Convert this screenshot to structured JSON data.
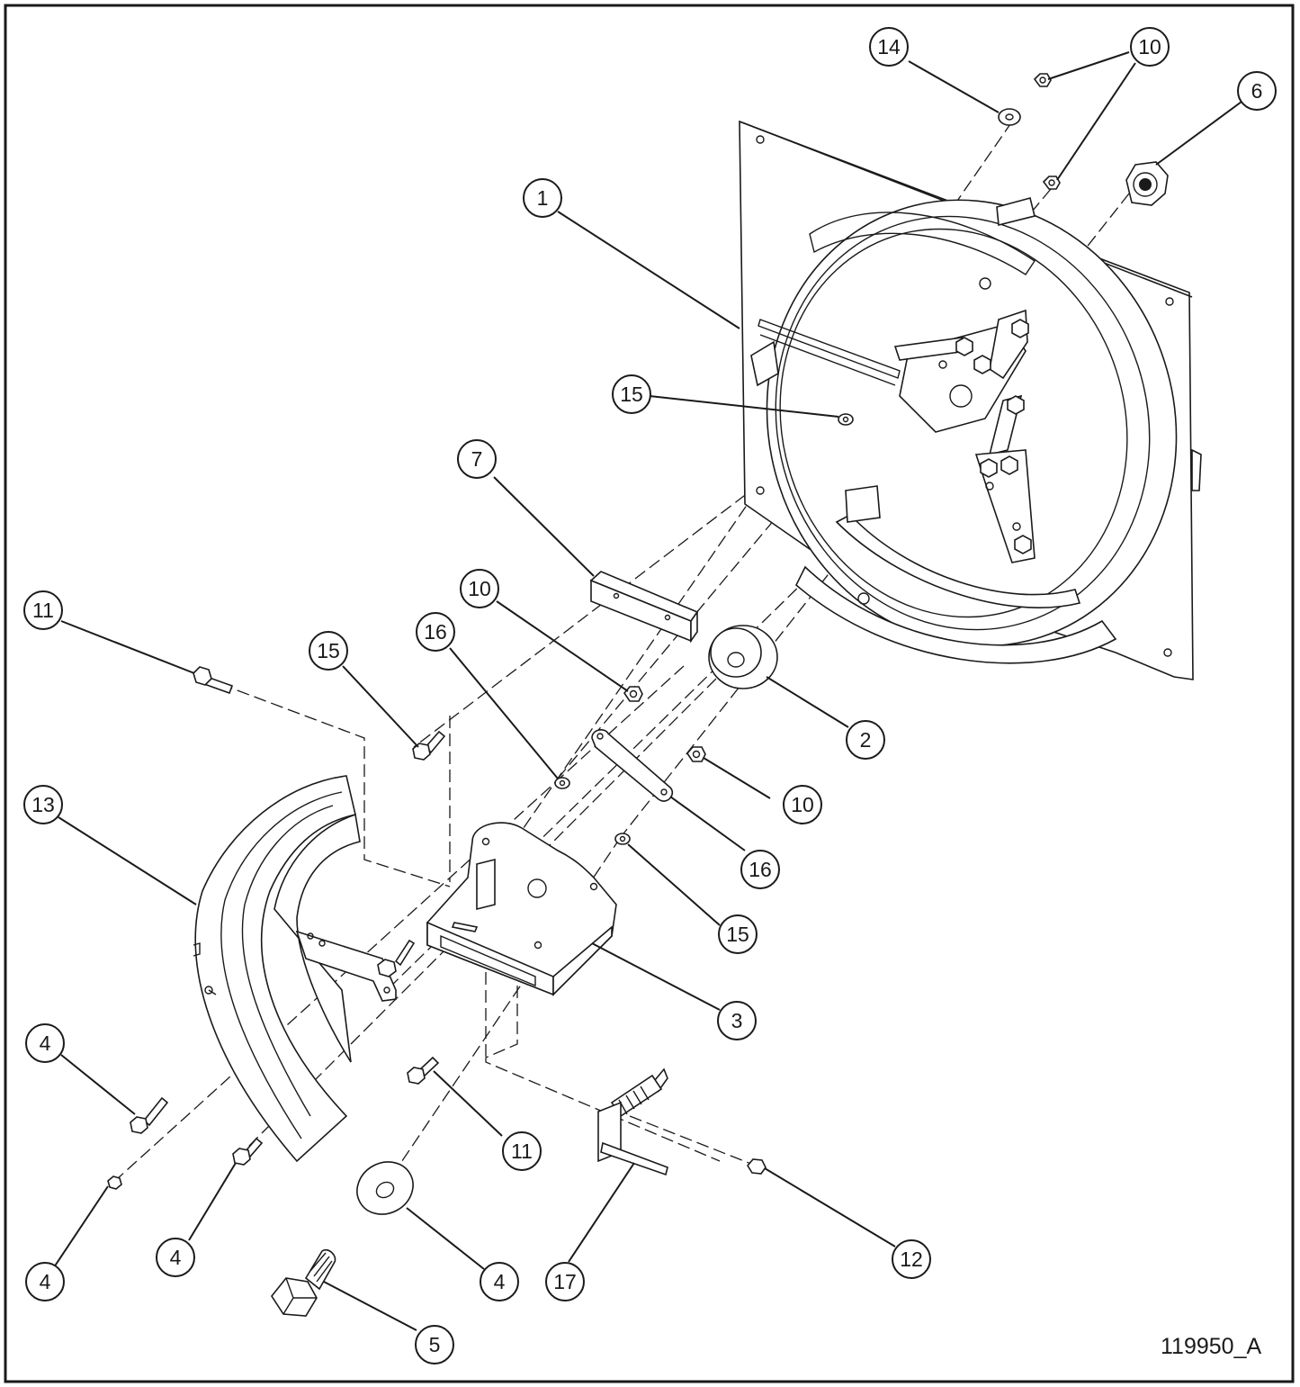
{
  "drawing_number": "119950_A",
  "callouts": [
    {
      "id": "c1",
      "label": "1"
    },
    {
      "id": "c2",
      "label": "2"
    },
    {
      "id": "c3",
      "label": "3"
    },
    {
      "id": "c4a",
      "label": "4"
    },
    {
      "id": "c4b",
      "label": "4"
    },
    {
      "id": "c4c",
      "label": "4"
    },
    {
      "id": "c4d",
      "label": "4"
    },
    {
      "id": "c5",
      "label": "5"
    },
    {
      "id": "c6",
      "label": "6"
    },
    {
      "id": "c7",
      "label": "7"
    },
    {
      "id": "c10a",
      "label": "10"
    },
    {
      "id": "c10b",
      "label": "10"
    },
    {
      "id": "c10c",
      "label": "10"
    },
    {
      "id": "c11a",
      "label": "11"
    },
    {
      "id": "c11b",
      "label": "11"
    },
    {
      "id": "c12",
      "label": "12"
    },
    {
      "id": "c13",
      "label": "13"
    },
    {
      "id": "c14",
      "label": "14"
    },
    {
      "id": "c15a",
      "label": "15"
    },
    {
      "id": "c15b",
      "label": "15"
    },
    {
      "id": "c15c",
      "label": "15"
    },
    {
      "id": "c16a",
      "label": "16"
    },
    {
      "id": "c16b",
      "label": "16"
    },
    {
      "id": "c17",
      "label": "17"
    }
  ]
}
